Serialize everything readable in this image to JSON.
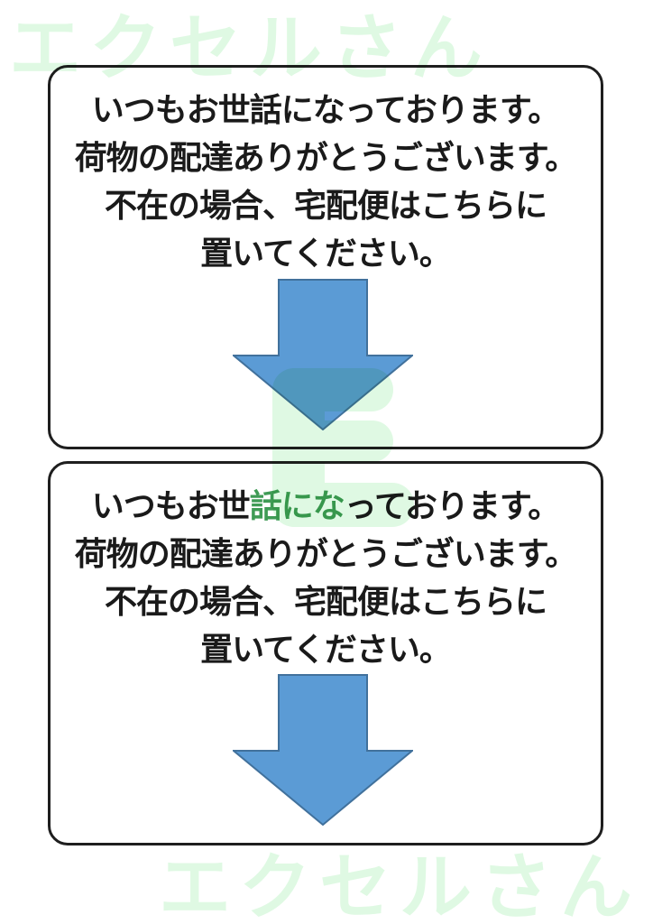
{
  "watermark": {
    "brand_text_top": "エクセルさん",
    "brand_text_bottom": "エクセルさん",
    "logo_letter": "E",
    "color": "#DFF9E3"
  },
  "notice_boxes": [
    {
      "lines": [
        "いつもお世話になっております。",
        "荷物の配達ありがとうございます。",
        "不在の場合、宅配便はこちらに",
        "置いてください。"
      ]
    },
    {
      "line1_segments": [
        {
          "text": "いつもお世"
        },
        {
          "text": "話にな"
        },
        {
          "text": "っております。"
        }
      ],
      "lines_rest": [
        "荷物の配達ありがとうございます。",
        "不在の場合、宅配便はこちらに",
        "置いてください。"
      ]
    }
  ],
  "arrow": {
    "direction": "down",
    "fill": "#5B9BD5",
    "stroke": "#41719C"
  },
  "colors": {
    "background": "#FFFFFF",
    "text": "#1A1A1A",
    "box_border": "#1E1E1E",
    "watermark_green": "#DFF9E3",
    "overlap_text_green": "#3F9B55"
  },
  "styles": {
    "green_segment_style": "color:#3F9B55"
  }
}
